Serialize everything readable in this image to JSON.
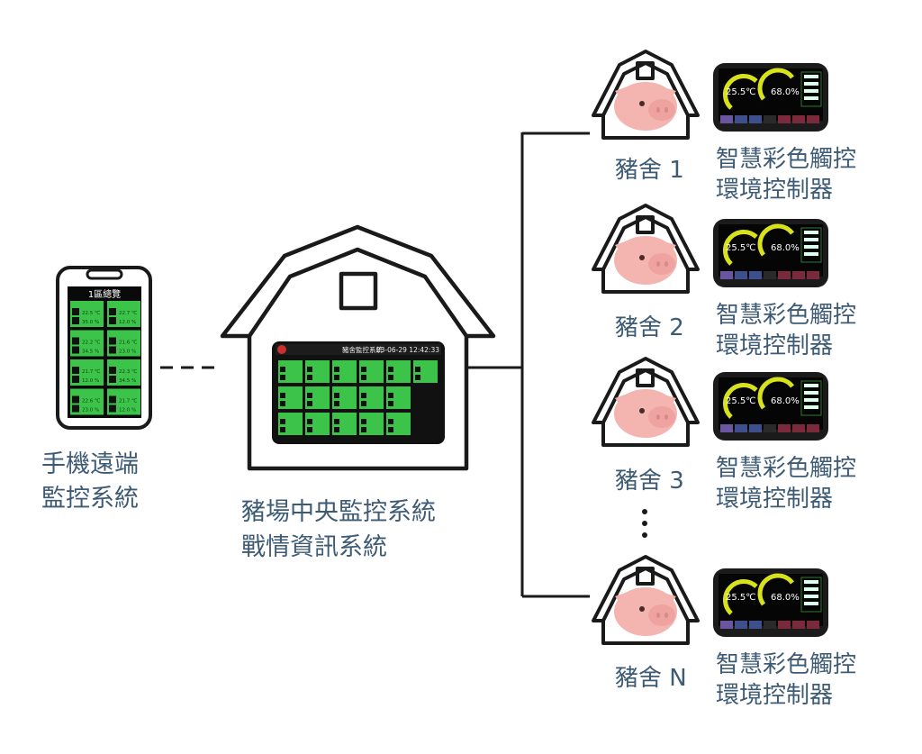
{
  "mobile": {
    "label_line1": "手機遠端",
    "label_line2": "監控系統",
    "screen_title": "1區總覽",
    "tiles": [
      {
        "temp": "22.5 ℃",
        "hum": "35.0 %"
      },
      {
        "temp": "22.7 ℃",
        "hum": "12.0 %"
      },
      {
        "temp": "22.2 ℃",
        "hum": "34.5 %"
      },
      {
        "temp": "21.6 ℃",
        "hum": "23.0 %"
      },
      {
        "temp": "21.7 ℃",
        "hum": "12.0 %"
      },
      {
        "temp": "22.3 ℃",
        "hum": "34.5 %"
      },
      {
        "temp": "22.6 ℃",
        "hum": "23.0 %"
      },
      {
        "temp": "21.7 ℃",
        "hum": "12.0 %"
      }
    ]
  },
  "central": {
    "label_line1": "豬場中央監控系統",
    "label_line2": "戰情資訊系統",
    "screen_title": "豬舍監控系統",
    "screen_time": "23-06-29 12:42:33"
  },
  "houses": [
    {
      "label": "豬舍 1"
    },
    {
      "label": "豬舍 2"
    },
    {
      "label": "豬舍 3"
    },
    {
      "label": "豬舍 N"
    }
  ],
  "controller": {
    "label_line1": "智慧彩色觸控",
    "label_line2": "環境控制器",
    "temp": "25.5℃",
    "hum": "68.0%"
  },
  "colors": {
    "text": "#3e5b76",
    "line": "#1a1a1a",
    "pig": "#f4b4b0",
    "pig_snout": "#eea3a0",
    "tile_green": "#3cc34a",
    "gauge_yellow": "#d7e21c"
  }
}
